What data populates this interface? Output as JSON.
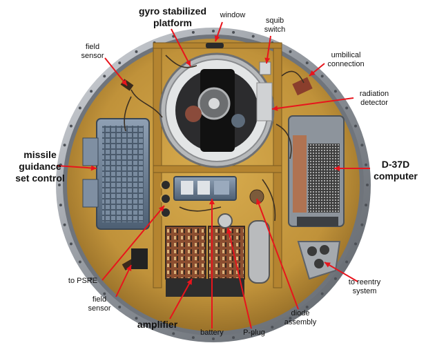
{
  "labels": {
    "gyro": [
      "gyro stabilized",
      "platform"
    ],
    "window": "window",
    "squib": [
      "squib",
      "switch"
    ],
    "umbilical": [
      "umbilical",
      "connection"
    ],
    "radiation": [
      "radiation",
      "detector"
    ],
    "field_top": [
      "field",
      "sensor"
    ],
    "missile": [
      "missile",
      "guidance",
      "set control"
    ],
    "d37d": [
      "D-37D",
      "computer"
    ],
    "to_psre": "to PSRE",
    "field_bottom": [
      "field",
      "sensor"
    ],
    "amplifier": "amplifier",
    "battery": "battery",
    "p_plug": "P-plug",
    "diode": [
      "diode",
      "assembly"
    ],
    "reentry": [
      "to reentry",
      "system"
    ]
  },
  "colors": {
    "arrow": "#e8141c",
    "rim": "#8a8f96",
    "rim_light": "#c9ccd1",
    "interior": "#c79a3e",
    "interior_dark": "#9b7428",
    "module_blue": "#6b7f96",
    "board_red": "#9a5a3a"
  },
  "icons": [
    "arrow-icon"
  ]
}
